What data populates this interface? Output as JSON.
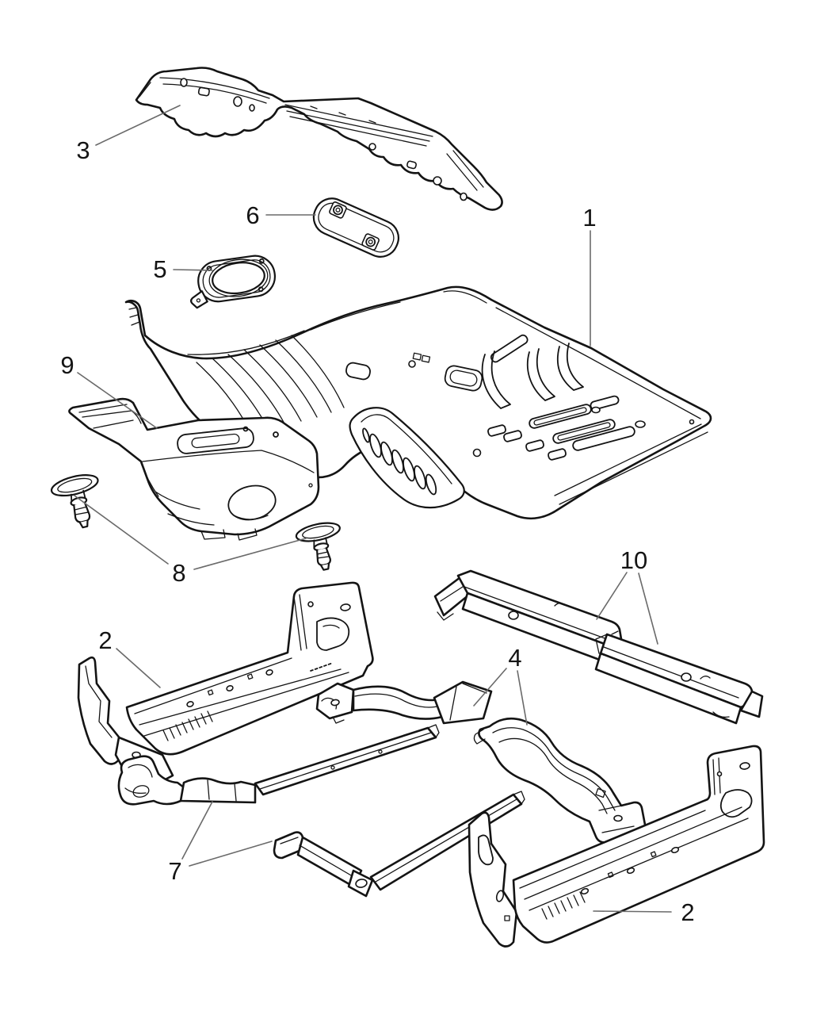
{
  "colors": {
    "background": "#ffffff",
    "line": "#141414",
    "leader": "#6a6a6a"
  },
  "callouts": [
    {
      "id": "c1",
      "label": "1"
    },
    {
      "id": "c2-left",
      "label": "2"
    },
    {
      "id": "c2-right",
      "label": "2"
    },
    {
      "id": "c3",
      "label": "3"
    },
    {
      "id": "c4",
      "label": "4"
    },
    {
      "id": "c5",
      "label": "5"
    },
    {
      "id": "c6",
      "label": "6"
    },
    {
      "id": "c7",
      "label": "7"
    },
    {
      "id": "c8",
      "label": "8"
    },
    {
      "id": "c9",
      "label": "9"
    },
    {
      "id": "c10",
      "label": "10"
    }
  ]
}
